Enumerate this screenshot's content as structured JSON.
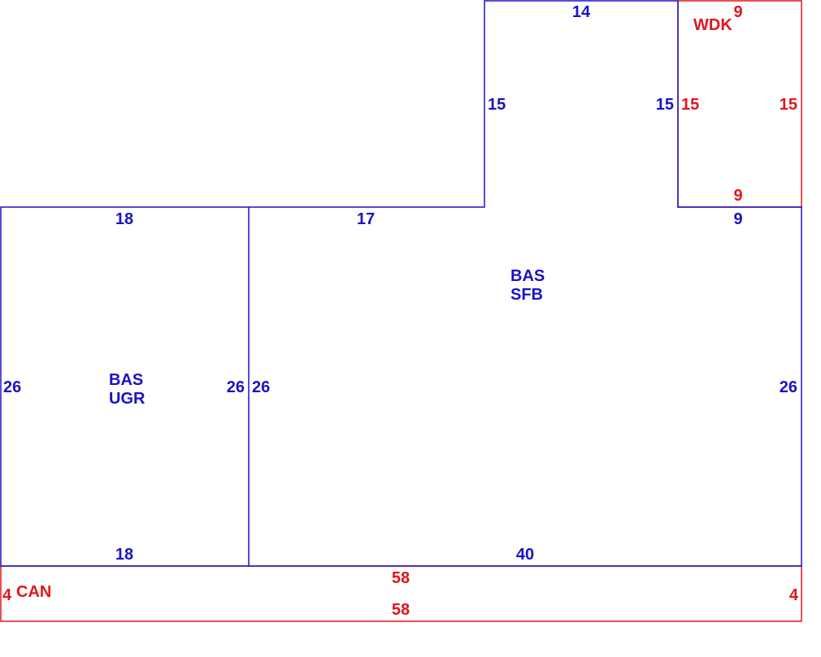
{
  "colors": {
    "main": "#1a12c8",
    "addition": "#e0161c",
    "background": "#ffffff"
  },
  "areas": {
    "ugr": {
      "code": "BAS",
      "subcode": "UGR"
    },
    "sfb": {
      "code": "BAS",
      "subcode": "SFB"
    },
    "wdk": {
      "code": "WDK"
    },
    "can": {
      "code": "CAN"
    }
  },
  "dimensions": {
    "ugr_top": "18",
    "ugr_bottom": "18",
    "ugr_left": "26",
    "ugr_right": "26",
    "sfb_top_left": "17",
    "sfb_top_right": "9",
    "sfb_left": "26",
    "sfb_right": "26",
    "sfb_bottom": "40",
    "bump_top": "14",
    "bump_left": "15",
    "bump_right": "15",
    "wdk_top": "9",
    "wdk_bottom": "9",
    "wdk_left": "15",
    "wdk_right": "15",
    "can_top": "58",
    "can_bottom": "58",
    "can_left": "4",
    "can_right": "4"
  }
}
